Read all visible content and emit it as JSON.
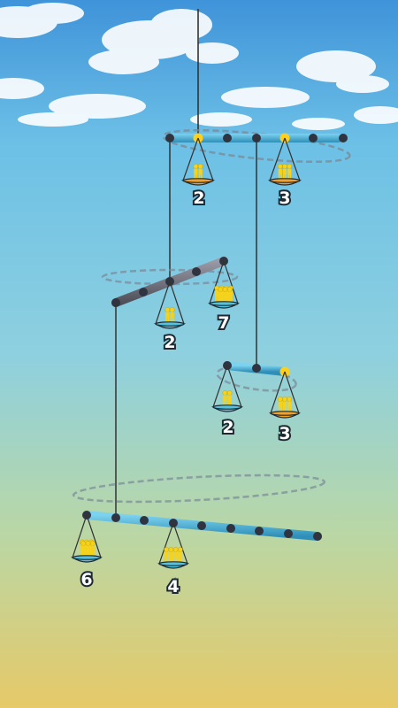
{
  "colors": {
    "sky_top": "#3f93d9",
    "sky_mid": "#8ed0df",
    "sand_bottom": "#e6c968",
    "beam_blue": "#4ab0d8",
    "beam_gray": "#6e6e7a",
    "pan_orange": "#f2a02c",
    "pan_blue": "#55c2dd",
    "figure_yellow": "#f5d21c",
    "pivot_yellow": "#ffcf1a",
    "joint_dark": "#2f3440"
  },
  "game": {
    "pans": [
      {
        "id": "top-left",
        "count": "2",
        "figures": 2,
        "color": "orange"
      },
      {
        "id": "top-right",
        "count": "3",
        "figures": 3,
        "color": "orange"
      },
      {
        "id": "mid-left",
        "count": "2",
        "figures": 2,
        "color": "blue"
      },
      {
        "id": "mid-right",
        "count": "7",
        "figures": 7,
        "color": "blue"
      },
      {
        "id": "small-left",
        "count": "2",
        "figures": 2,
        "color": "blue"
      },
      {
        "id": "small-right",
        "count": "3",
        "figures": 3,
        "color": "orange"
      },
      {
        "id": "bottom-left",
        "count": "6",
        "figures": 6,
        "color": "blue"
      },
      {
        "id": "bottom-center",
        "count": "4",
        "figures": 4,
        "color": "blue"
      }
    ]
  }
}
